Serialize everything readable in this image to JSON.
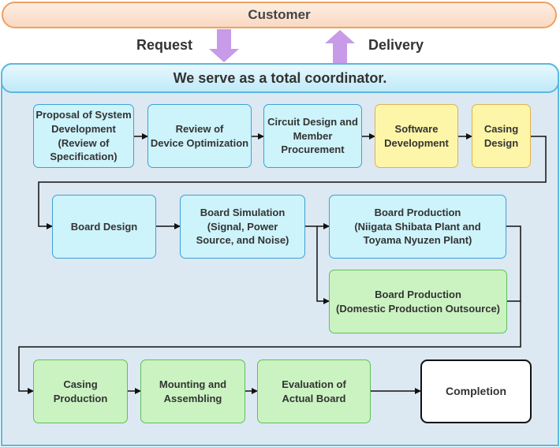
{
  "customer": {
    "label": "Customer"
  },
  "flow_labels": {
    "request": "Request",
    "delivery": "Delivery"
  },
  "banner": {
    "title": "We serve as a total coordinator."
  },
  "steps": {
    "s1": "Proposal of System\nDevelopment\n(Review of\nSpecification)",
    "s2": "Review of\nDevice Optimization",
    "s3": "Circuit Design and\nMember\nProcurement",
    "s4": "Software\nDevelopment",
    "s5": "Casing\nDesign",
    "s6": "Board Design",
    "s7": "Board Simulation\n(Signal, Power\nSource, and Noise)",
    "s8": "Board Production\n(Niigata Shibata Plant and\nToyama Nyuzen Plant)",
    "s9": "Board Production\n(Domestic Production Outsource)",
    "s10": "Casing\nProduction",
    "s11": "Mounting and\nAssembling",
    "s12": "Evaluation of\nActual Board",
    "s13": "Completion"
  },
  "colors": {
    "blue_fill": "#cdf3fb",
    "yellow_fill": "#fdf6a8",
    "green_fill": "#cbf3c2",
    "arrow_purple": "#c79be8"
  }
}
